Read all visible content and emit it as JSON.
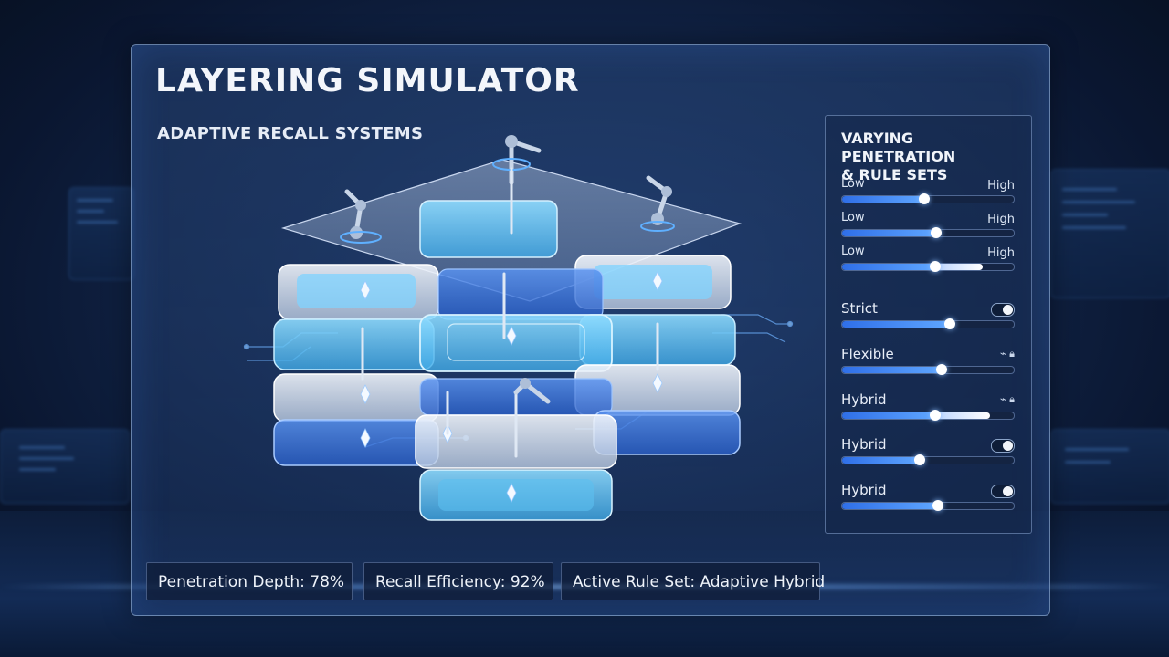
{
  "app": {
    "title": "LAYERING SIMULATOR",
    "subtitle": "ADAPTIVE RECALL SYSTEMS"
  },
  "controls": {
    "heading_line1": "VARYING PENETRATION",
    "heading_line2": "& RULE SETS",
    "penetration_sliders": [
      {
        "low_label": "Low",
        "high_label": "High",
        "level": 0.48
      },
      {
        "low_label": "Low",
        "high_label": "High",
        "level": 0.55
      },
      {
        "low_label": "Low",
        "high_label": "High",
        "level": 0.54,
        "secondary_level": 0.82
      }
    ],
    "rule_sets": [
      {
        "label": "Strict",
        "level": 0.63,
        "indicator": "toggle"
      },
      {
        "label": "Flexible",
        "level": 0.58,
        "indicator": "lock-icon"
      },
      {
        "label": "Hybrid",
        "level": 0.54,
        "secondary_level": 0.86,
        "indicator": "lock-icon"
      },
      {
        "label": "Hybrid",
        "level": 0.45,
        "indicator": "toggle"
      },
      {
        "label": "Hybrid",
        "level": 0.56,
        "indicator": "toggle"
      }
    ]
  },
  "stats": {
    "penetration": "Penetration Depth: 78%",
    "recall": "Recall Efficiency: 92%",
    "rule_set": "Active Rule Set: Adaptive Hybrid"
  },
  "colors": {
    "accent": "#5fa6ff",
    "layer_cyan": "#63c6f2",
    "layer_blue": "#3a78e0",
    "layer_white": "#dfe8f4"
  }
}
